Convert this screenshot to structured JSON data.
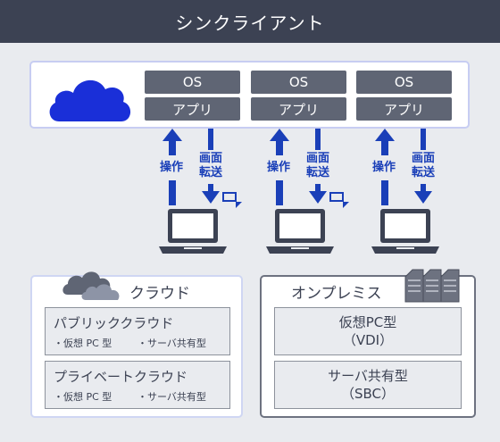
{
  "header": {
    "title": "シンクライアント"
  },
  "servers": [
    {
      "os": "OS",
      "app": "アプリ"
    },
    {
      "os": "OS",
      "app": "アプリ"
    },
    {
      "os": "OS",
      "app": "アプリ"
    }
  ],
  "arrows": {
    "operation": "操作",
    "screen_line1": "画面",
    "screen_line2": "転送"
  },
  "cloud_box": {
    "title": "クラウド",
    "items": [
      {
        "title": "パブリッククラウド",
        "sub1": "・仮想 PC 型",
        "sub2": "・サーバ共有型"
      },
      {
        "title": "プライベートクラウド",
        "sub1": "・仮想 PC 型",
        "sub2": "・サーバ共有型"
      }
    ]
  },
  "onprem_box": {
    "title": "オンプレミス",
    "items": [
      {
        "line1": "仮想PC型",
        "line2": "（VDI）"
      },
      {
        "line1": "サーバ共有型",
        "line2": "（SBC）"
      }
    ]
  },
  "colors": {
    "header_bg": "#3c4253",
    "cloud_blue": "#1a2fd8",
    "arrow_blue": "#1a3fb8",
    "chip_gray": "#5f6574"
  }
}
